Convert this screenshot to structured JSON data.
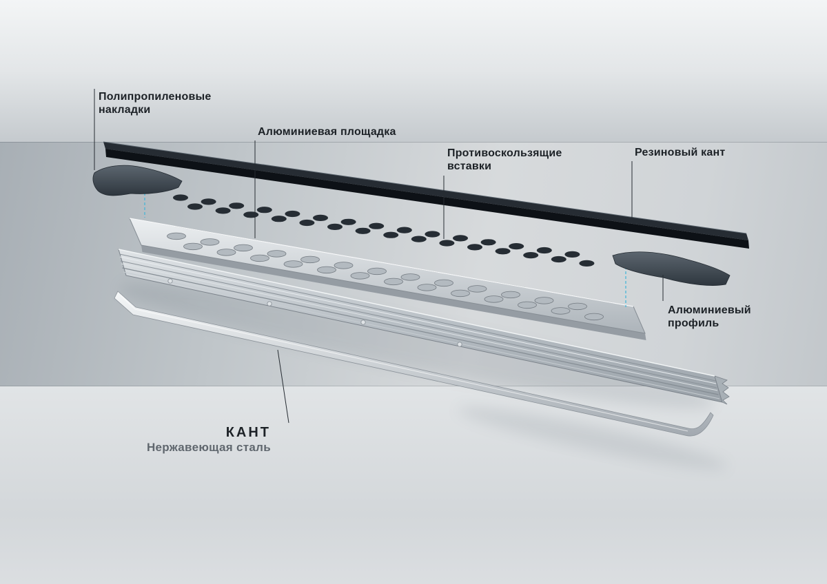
{
  "labels": {
    "polypropylene_pads": {
      "line1": "Полипропиленовые",
      "line2": "накладки"
    },
    "aluminum_platform": {
      "text": "Алюминиевая площадка"
    },
    "antislip_inserts": {
      "line1": "Противоскользящие",
      "line2": "вставки"
    },
    "rubber_edge": {
      "text": "Резиновый кант"
    },
    "aluminum_profile": {
      "line1": "Алюминиевый",
      "line2": "профиль"
    },
    "steel_edge": {
      "title": "КАНТ",
      "subtitle": "Нержавеющая сталь"
    }
  },
  "colors": {
    "label_text": "#1c2126",
    "subtitle_text": "#60676e",
    "leader_line": "#262c32",
    "assembly_guide": "#3db4d8",
    "rubber_strip": "#10151a",
    "pp_cap": "#3d454e",
    "insert": "#262d34",
    "platform_light": "#eceff1",
    "platform_dark": "#adb4ba",
    "steel_light": "#f6f8f9",
    "steel_dark": "#a2a9b0"
  }
}
